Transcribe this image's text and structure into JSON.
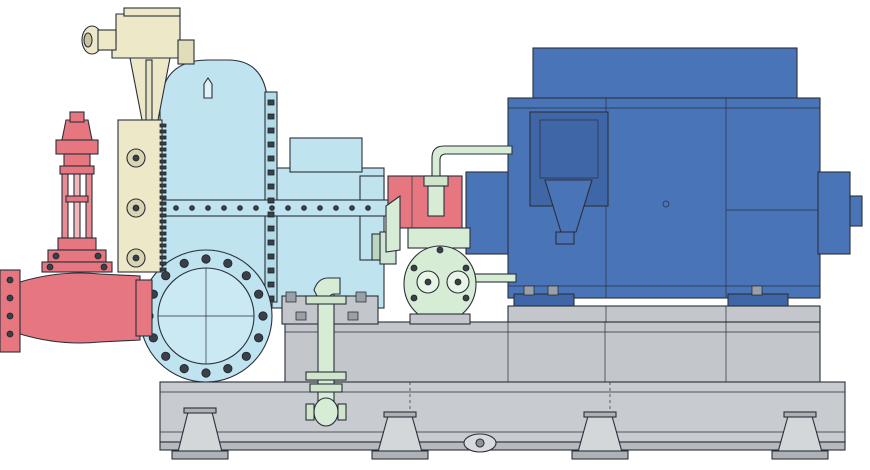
{
  "colors": {
    "base_frame": "#c8cbcf",
    "turbine_casing": "#bfe3ef",
    "valve_body": "#e67780",
    "gearbox": "#ece8c8",
    "oil_pipework": "#d6ecd4",
    "motor": "#4a74b8",
    "motor_dark": "#3f66a6",
    "outline": "#2a2f3a"
  },
  "icons": {
    "foundation_foot": "trapezoid-foot",
    "flange": "bolted-circle-flange",
    "lifting_lug": "lifting-eye"
  }
}
